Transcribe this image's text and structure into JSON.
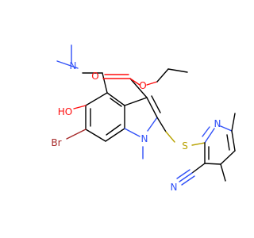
{
  "diagram": {
    "type": "chemical-structure",
    "atom_labels": {
      "carbonyl_o": "O",
      "ester_o": "O",
      "amine_n": "N",
      "hydroxyl": "HO",
      "bromine": "Br",
      "indole_n": "N",
      "sulfur": "S",
      "pyridine_n": "N",
      "nitrile_n": "N"
    },
    "colors": {
      "bond": "#000000",
      "oxygen": "#ff0d0d",
      "nitrogen": "#3050f8",
      "bromine": "#a62929",
      "sulfur": "#b8a200",
      "background": "#ffffff"
    }
  }
}
